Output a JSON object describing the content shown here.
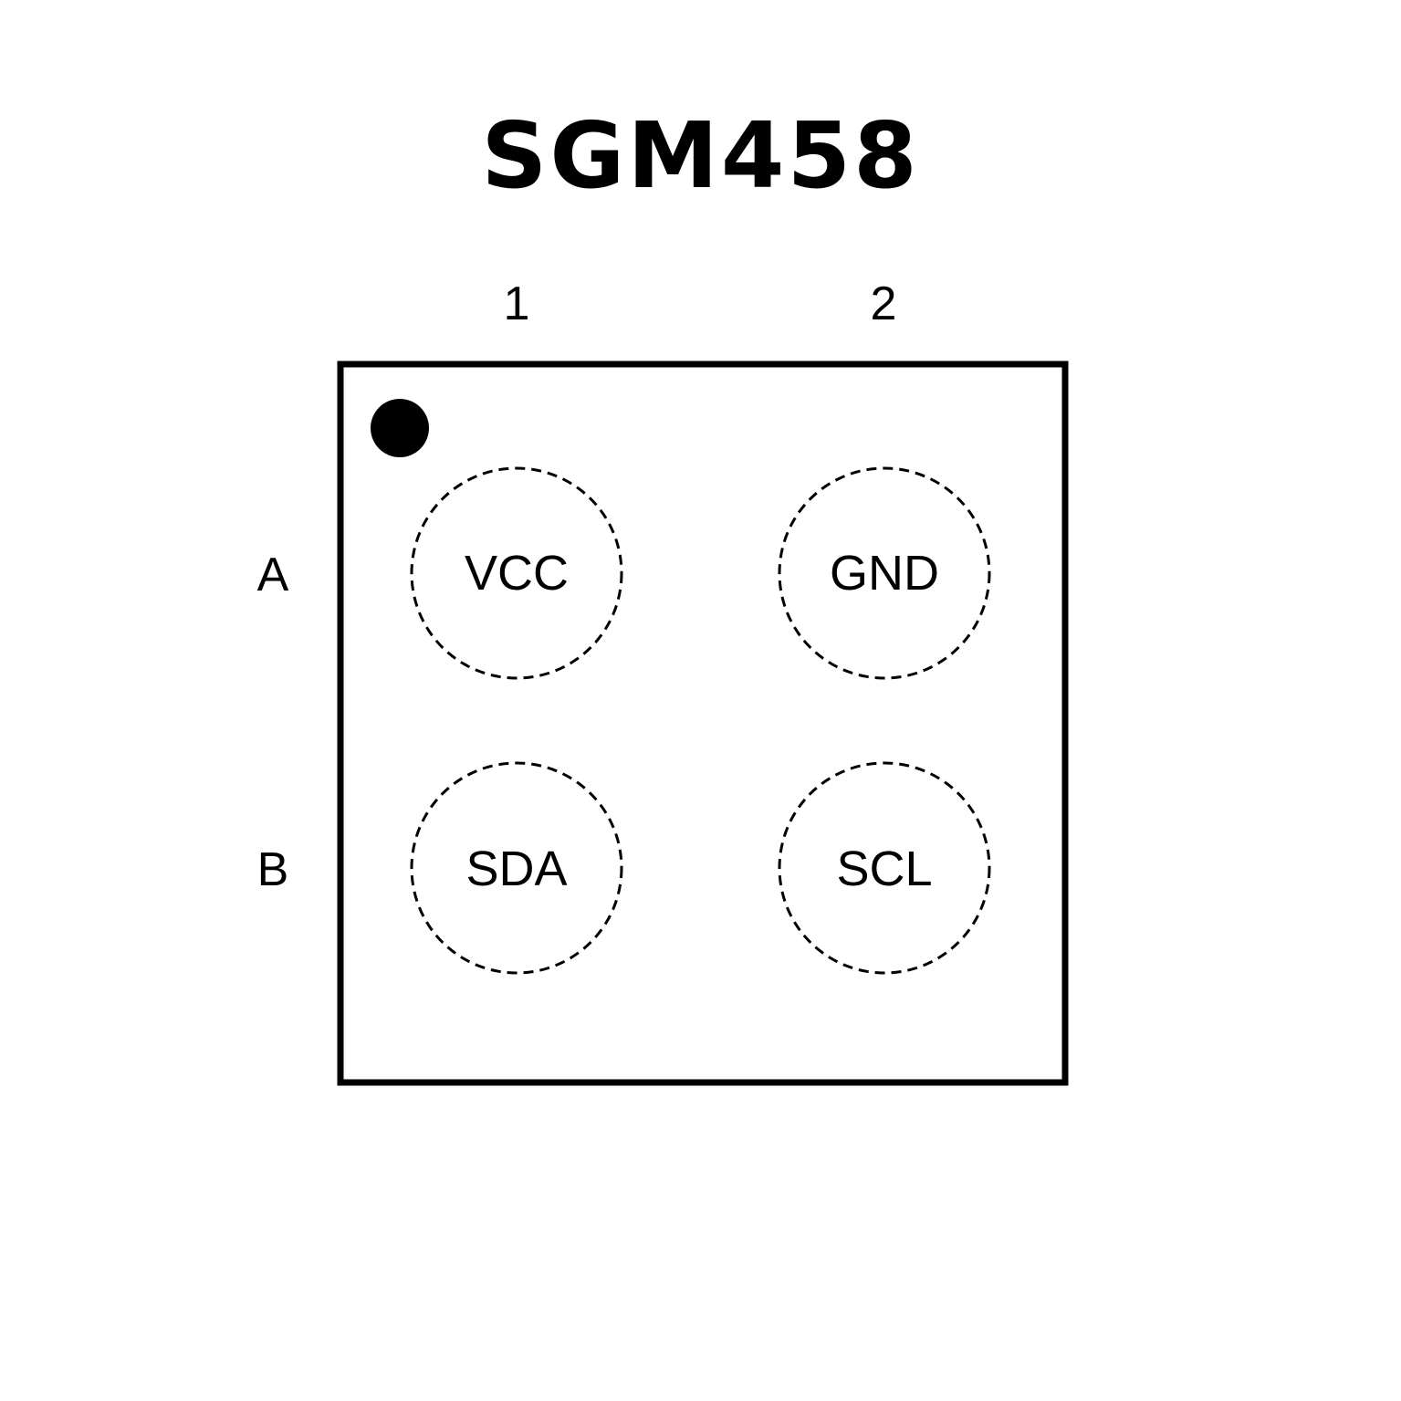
{
  "title": "SGM458",
  "columns": [
    "1",
    "2"
  ],
  "rows": [
    "A",
    "B"
  ],
  "pins": [
    {
      "ball": "A1",
      "name": "VCC"
    },
    {
      "ball": "A2",
      "name": "GND"
    },
    {
      "ball": "B1",
      "name": "SDA"
    },
    {
      "ball": "B2",
      "name": "SCL"
    }
  ]
}
